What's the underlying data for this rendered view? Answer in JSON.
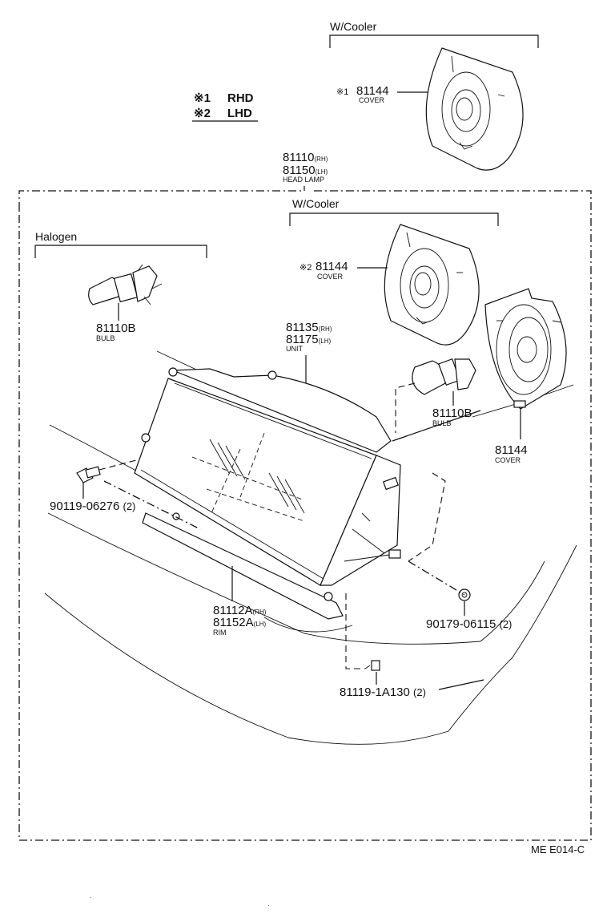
{
  "legend": {
    "item1_mark": "※1",
    "item1_label": "RHD",
    "item2_mark": "※2",
    "item2_label": "LHD"
  },
  "groups": {
    "top_wcooler": "W/Cooler",
    "inner_wcooler": "W/Cooler",
    "halogen": "Halogen"
  },
  "parts": {
    "cover_rhd": {
      "mark": "※1",
      "number": "81144",
      "name": "COVER"
    },
    "head_lamp": {
      "number_rh": "81110",
      "suffix_rh": "(RH)",
      "number_lh": "81150",
      "suffix_lh": "(LH)",
      "name": "HEAD LAMP"
    },
    "cover_lhd": {
      "mark": "※2",
      "number": "81144",
      "name": "COVER"
    },
    "bulb_halogen": {
      "number": "81110B",
      "name": "BULB"
    },
    "unit": {
      "number_rh": "81135",
      "suffix_rh": "(RH)",
      "number_lh": "81175",
      "suffix_lh": "(LH)",
      "name": "UNIT"
    },
    "bulb_inner": {
      "number": "81110B",
      "name": "BULB"
    },
    "cover_std": {
      "number": "81144",
      "name": "COVER"
    },
    "screw_left": {
      "number": "90119-06276",
      "qty": "(2)"
    },
    "rim": {
      "number_rh": "81112A",
      "suffix_rh": "(RH)",
      "number_lh": "81152A",
      "suffix_lh": "(LH)",
      "name": "RIM"
    },
    "nut": {
      "number": "90179-06115",
      "qty": "(2)"
    },
    "screw_bottom": {
      "number": "81119-1A130",
      "qty": "(2)"
    }
  },
  "figure_code": "ME E014-C"
}
